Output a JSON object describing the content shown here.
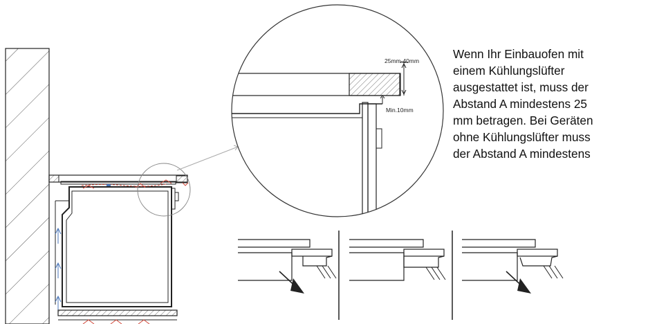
{
  "detail_labels": {
    "gap_range": "25mm-40mm",
    "min_gap": "Min.10mm"
  },
  "note": {
    "lines": [
      "Wenn Ihr Einbauofen mit",
      "einem Kühlungslüfter",
      "ausgestattet ist, muss der",
      "Abstand A mindestens 25",
      "mm betragen. Bei Geräten",
      "ohne Kühlungslüfter muss",
      "der Abstand A mindestens"
    ]
  },
  "colors": {
    "line": "#222222",
    "hatch": "#555555",
    "airflow": "#d24a3c",
    "leader": "#aaaaaa"
  }
}
